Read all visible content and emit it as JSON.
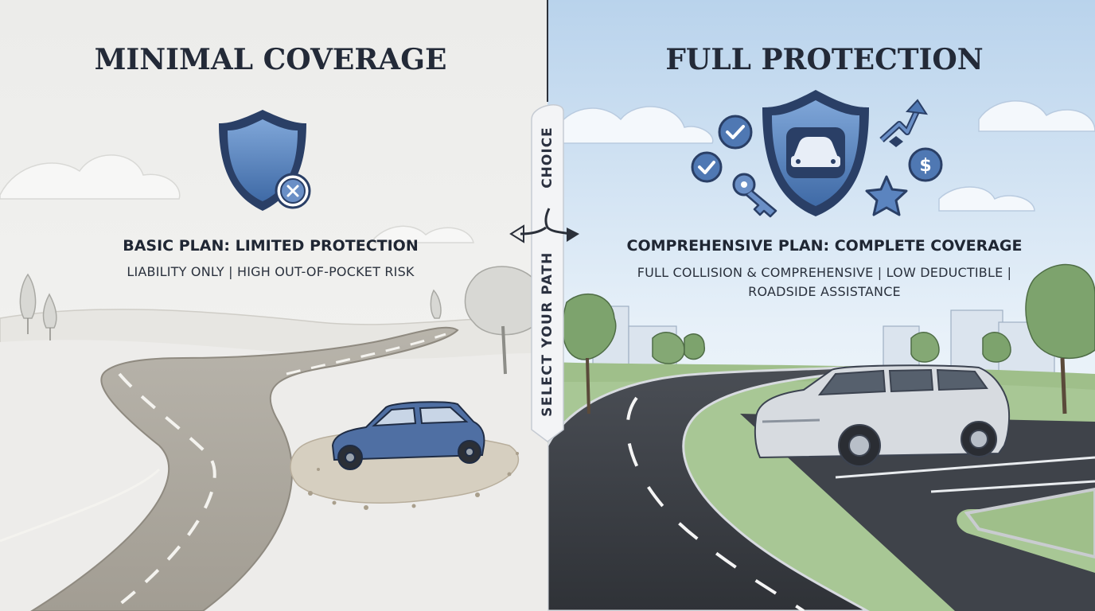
{
  "left": {
    "title": "MINIMAL COVERAGE",
    "plan": "BASIC PLAN: LIMITED PROTECTION",
    "detail": "LIABILITY ONLY | HIGH OUT-OF-POCKET RISK",
    "icon": "shield-x-icon"
  },
  "right": {
    "title": "FULL PROTECTION",
    "plan": "COMPREHENSIVE PLAN: COMPLETE COVERAGE",
    "detail_line1": "FULL COLLISION & COMPREHENSIVE | LOW DEDUCTIBLE |",
    "detail_line2": "ROADSIDE ASSISTANCE",
    "icons": [
      "shield-car-icon",
      "check-icon",
      "key-icon",
      "growth-arrow-icon",
      "dollar-icon",
      "star-icon"
    ]
  },
  "divider": {
    "top_label": "CHOICE",
    "bottom_label": "SELECT YOUR PATH"
  },
  "colors": {
    "shield_blue": "#5b84bf",
    "shield_border": "#24385f",
    "left_sky": "#eeeeec",
    "right_sky": "#c9dcef",
    "asphalt": "#3b3f45"
  }
}
